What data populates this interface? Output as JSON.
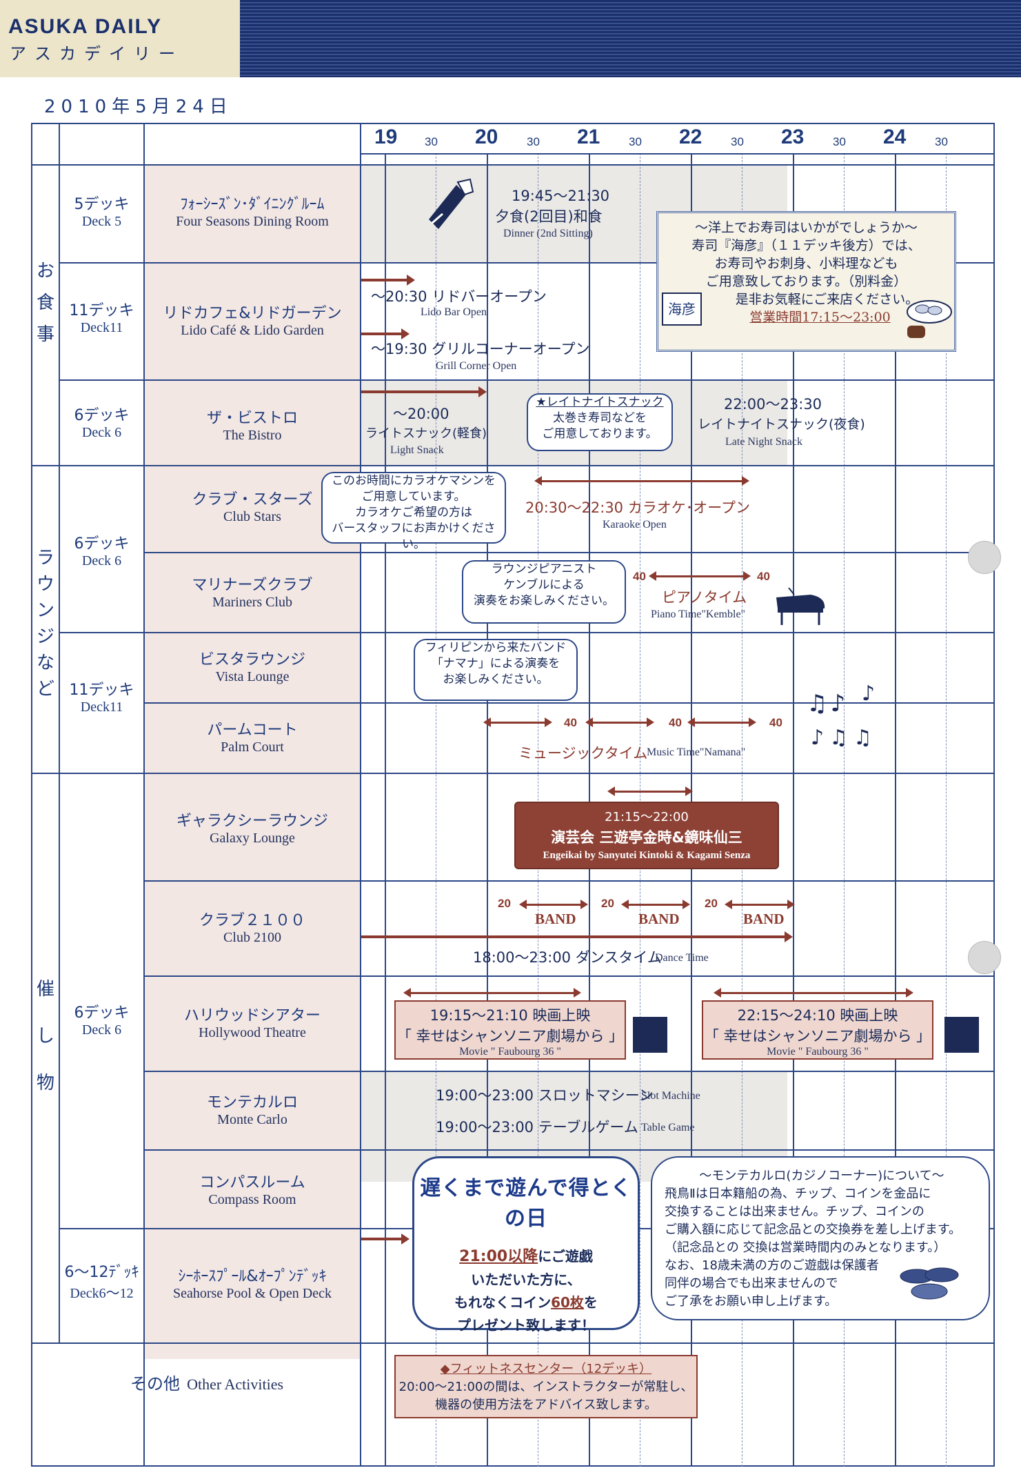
{
  "header": {
    "brand": "ASUKA DAILY",
    "brand_kana": "アスカデイリー",
    "date": "2010年5月24日"
  },
  "timeline": {
    "hours": [
      "19",
      "20",
      "21",
      "22",
      "23",
      "24"
    ],
    "half": "30"
  },
  "categories": {
    "dining": "お食事",
    "lounge": "ラウンジなど",
    "events": "催し物"
  },
  "decks": {
    "d5": {
      "jp": "5デッキ",
      "en": "Deck 5"
    },
    "d11a": {
      "jp": "11デッキ",
      "en": "Deck11"
    },
    "d6a": {
      "jp": "6デッキ",
      "en": "Deck 6"
    },
    "d6b": {
      "jp": "6デッキ",
      "en": "Deck 6"
    },
    "d11b": {
      "jp": "11デッキ",
      "en": "Deck11"
    },
    "d6c": {
      "jp": "6デッキ",
      "en": "Deck 6"
    },
    "d612": {
      "jp": "6～12ﾃﾞｯｷ",
      "en": "Deck6～12"
    }
  },
  "venues": {
    "fourseasons": {
      "jp": "ﾌｫｰｼｰｽﾞﾝ･ﾀﾞｲﾆﾝｸﾞﾙｰﾑ",
      "en": "Four Seasons Dining Room"
    },
    "lido": {
      "jp": "リドカフェ&リドガーデン",
      "en": "Lido Café & Lido Garden"
    },
    "bistro": {
      "jp": "ザ・ビストロ",
      "en": "The Bistro"
    },
    "clubstars": {
      "jp": "クラブ・スターズ",
      "en": "Club Stars"
    },
    "mariners": {
      "jp": "マリナーズクラブ",
      "en": "Mariners Club"
    },
    "vista": {
      "jp": "ビスタラウンジ",
      "en": "Vista Lounge"
    },
    "palm": {
      "jp": "パームコート",
      "en": "Palm Court"
    },
    "galaxy": {
      "jp": "ギャラクシーラウンジ",
      "en": "Galaxy Lounge"
    },
    "club2100": {
      "jp": "クラブ２１００",
      "en": "Club 2100"
    },
    "hollywood": {
      "jp": "ハリウッドシアター",
      "en": "Hollywood Theatre"
    },
    "montecarlo": {
      "jp": "モンテカルロ",
      "en": "Monte Carlo"
    },
    "compass": {
      "jp": "コンパスルーム",
      "en": "Compass Room"
    },
    "seahorse": {
      "jp": "ｼｰﾎｰｽﾌﾟｰﾙ&ｵｰﾌﾟﾝﾃﾞｯｷ",
      "en": "Seahorse Pool & Open Deck"
    },
    "other": {
      "jp": "その他",
      "en": "Other Activities"
    }
  },
  "events": {
    "dinner_time": "19:45～21:30",
    "dinner_jp": "夕食(2回目)和食",
    "dinner_en": "Dinner (2nd Sitting)",
    "sushi_title": "～洋上でお寿司はいかがでしょうか～",
    "sushi_l1": "寿司『海彦』（１１デッキ後方）では、",
    "sushi_l2": "お寿司やお刺身、小料理なども",
    "sushi_l3": "ご用意致しております。（別料金）",
    "sushi_l4": "是非お気軽にご来店ください。",
    "sushi_hours": "営業時間17:15～23:00",
    "sushi_logo": "海彦",
    "lido_bar_jp": "～20:30 リドバーオープン",
    "lido_bar_en": "Lido Bar Open",
    "grill_jp": "～19:30 グリルコーナーオープン",
    "grill_en": "Grill Corner Open",
    "light_time": "～20:00",
    "light_jp": "ライトスナック(軽食)",
    "light_en": "Light Snack",
    "late_bubble_title": "★レイトナイトスナック",
    "late_bubble_l1": "太巻き寿司などを",
    "late_bubble_l2": "ご用意しております。",
    "late_time": "22:00～23:30",
    "late_jp": "レイトナイトスナック(夜食)",
    "late_en": "Late Night Snack",
    "karaoke_bubble_l1": "このお時間にカラオケマシンを",
    "karaoke_bubble_l2": "ご用意しています。",
    "karaoke_bubble_l3": "カラオケご希望の方は",
    "karaoke_bubble_l4": "バースタッフにお声かけください。",
    "karaoke_jp": "20:30～22:30 カラオケ･オープン",
    "karaoke_en": "Karaoke Open",
    "piano_bubble_l1": "ラウンジピアニスト",
    "piano_bubble_l2": "ケンブルによる",
    "piano_bubble_l3": "演奏をお楽しみください。",
    "piano_n1": "40",
    "piano_n2": "40",
    "piano_jp": "ピアノタイム",
    "piano_en": "Piano Time\"Kemble\"",
    "band_bubble_l1": "フィリピンから来たバンド",
    "band_bubble_l2": "「ナマナ」による演奏を",
    "band_bubble_l3": "お楽しみください。",
    "music_n1": "40",
    "music_n2": "40",
    "music_n3": "40",
    "music_jp": "ミュージックタイム",
    "music_en": "Music Time\"Namana\"",
    "engei_time": "21:15～22:00",
    "engei_jp": "演芸会 三遊亭金時&鏡味仙三",
    "engei_en": "Engeikai by Sanyutei Kintoki & Kagami Senza",
    "band_n": "20",
    "band": "BAND",
    "dance_jp": "18:00～23:00 ダンスタイム",
    "dance_en": "Dance Time",
    "movie1_time": "19:15～21:10 映画上映",
    "movie1_title": "「 幸せはシャンソニア劇場から 」",
    "movie1_en": "Movie \" Faubourg 36 \"",
    "movie2_time": "22:15～24:10 映画上映",
    "movie2_title": "「 幸せはシャンソニア劇場から 」",
    "movie2_en": "Movie \" Faubourg 36 \"",
    "slot_jp": "19:00～23:00 スロットマシーン",
    "slot_en": "Slot Machine",
    "table_jp": "19:00～23:00 テーブルゲーム",
    "table_en": "Table Game",
    "promo_title": "遅くまで遊んで得とくの日",
    "promo_l1a": "21:00以降",
    "promo_l1b": "にご遊戯",
    "promo_l2": "いただいた方に、",
    "promo_l3a": "もれなくコイン",
    "promo_l3b": "60枚",
    "promo_l3c": "を",
    "promo_l4": "プレゼント致します！",
    "mc_title": "～モンテカルロ(カジノコーナー)について～",
    "mc_l1": "飛鳥Ⅱは日本籍船の為、チップ、コインを金品に",
    "mc_l2": "交換することは出来ません。チップ、コインの",
    "mc_l3": "ご購入額に応じて記念品との交換券を差し上げます。",
    "mc_l4": "（記念品との 交換は営業時間内のみとなります。）",
    "mc_l5": "なお、18歳未満の方のご遊戯は保護者",
    "mc_l6": "同伴の場合でも出来ませんので",
    "mc_l7": "ご了承をお願い申し上げます。",
    "fitness_title": "◆フィットネスセンター（12デッキ）",
    "fitness_l1": "20:00～21:00の間は、インストラクターが常駐し、",
    "fitness_l2": "機器の使用方法をアドバイス致します。"
  }
}
